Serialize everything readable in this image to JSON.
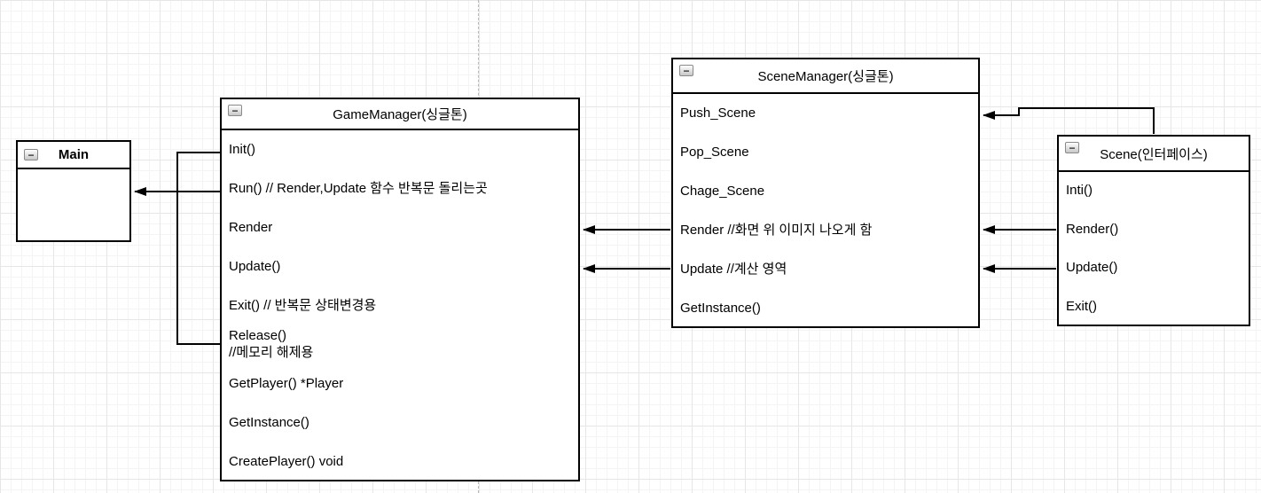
{
  "icons": {
    "collapse": "−"
  },
  "classes": {
    "main": {
      "title": "Main",
      "members": []
    },
    "game_manager": {
      "title": "GameManager(싱글톤)",
      "members": [
        "Init()",
        "Run() // Render,Update 함수 반복문 돌리는곳",
        "Render",
        "Update()",
        "Exit() // 반복문 상태변경용",
        "Release()\n//메모리 해제용",
        "GetPlayer() *Player",
        "GetInstance()",
        "CreatePlayer() void"
      ]
    },
    "scene_manager": {
      "title": "SceneManager(싱글톤)",
      "members": [
        "Push_Scene",
        "Pop_Scene",
        "Chage_Scene",
        "Render //화면 위 이미지 나오게 함",
        "Update //계산 영역",
        "GetInstance()"
      ]
    },
    "scene": {
      "title": "Scene(인터페이스)",
      "members": [
        "Inti()",
        "Render()",
        "Update()",
        "Exit()"
      ]
    }
  },
  "colors": {
    "box_border": "#000000",
    "arrow": "#000000",
    "grid_minor": "#f4f4f4",
    "grid_major": "#e6e6e6",
    "page_divider": "#b9b9b9"
  }
}
